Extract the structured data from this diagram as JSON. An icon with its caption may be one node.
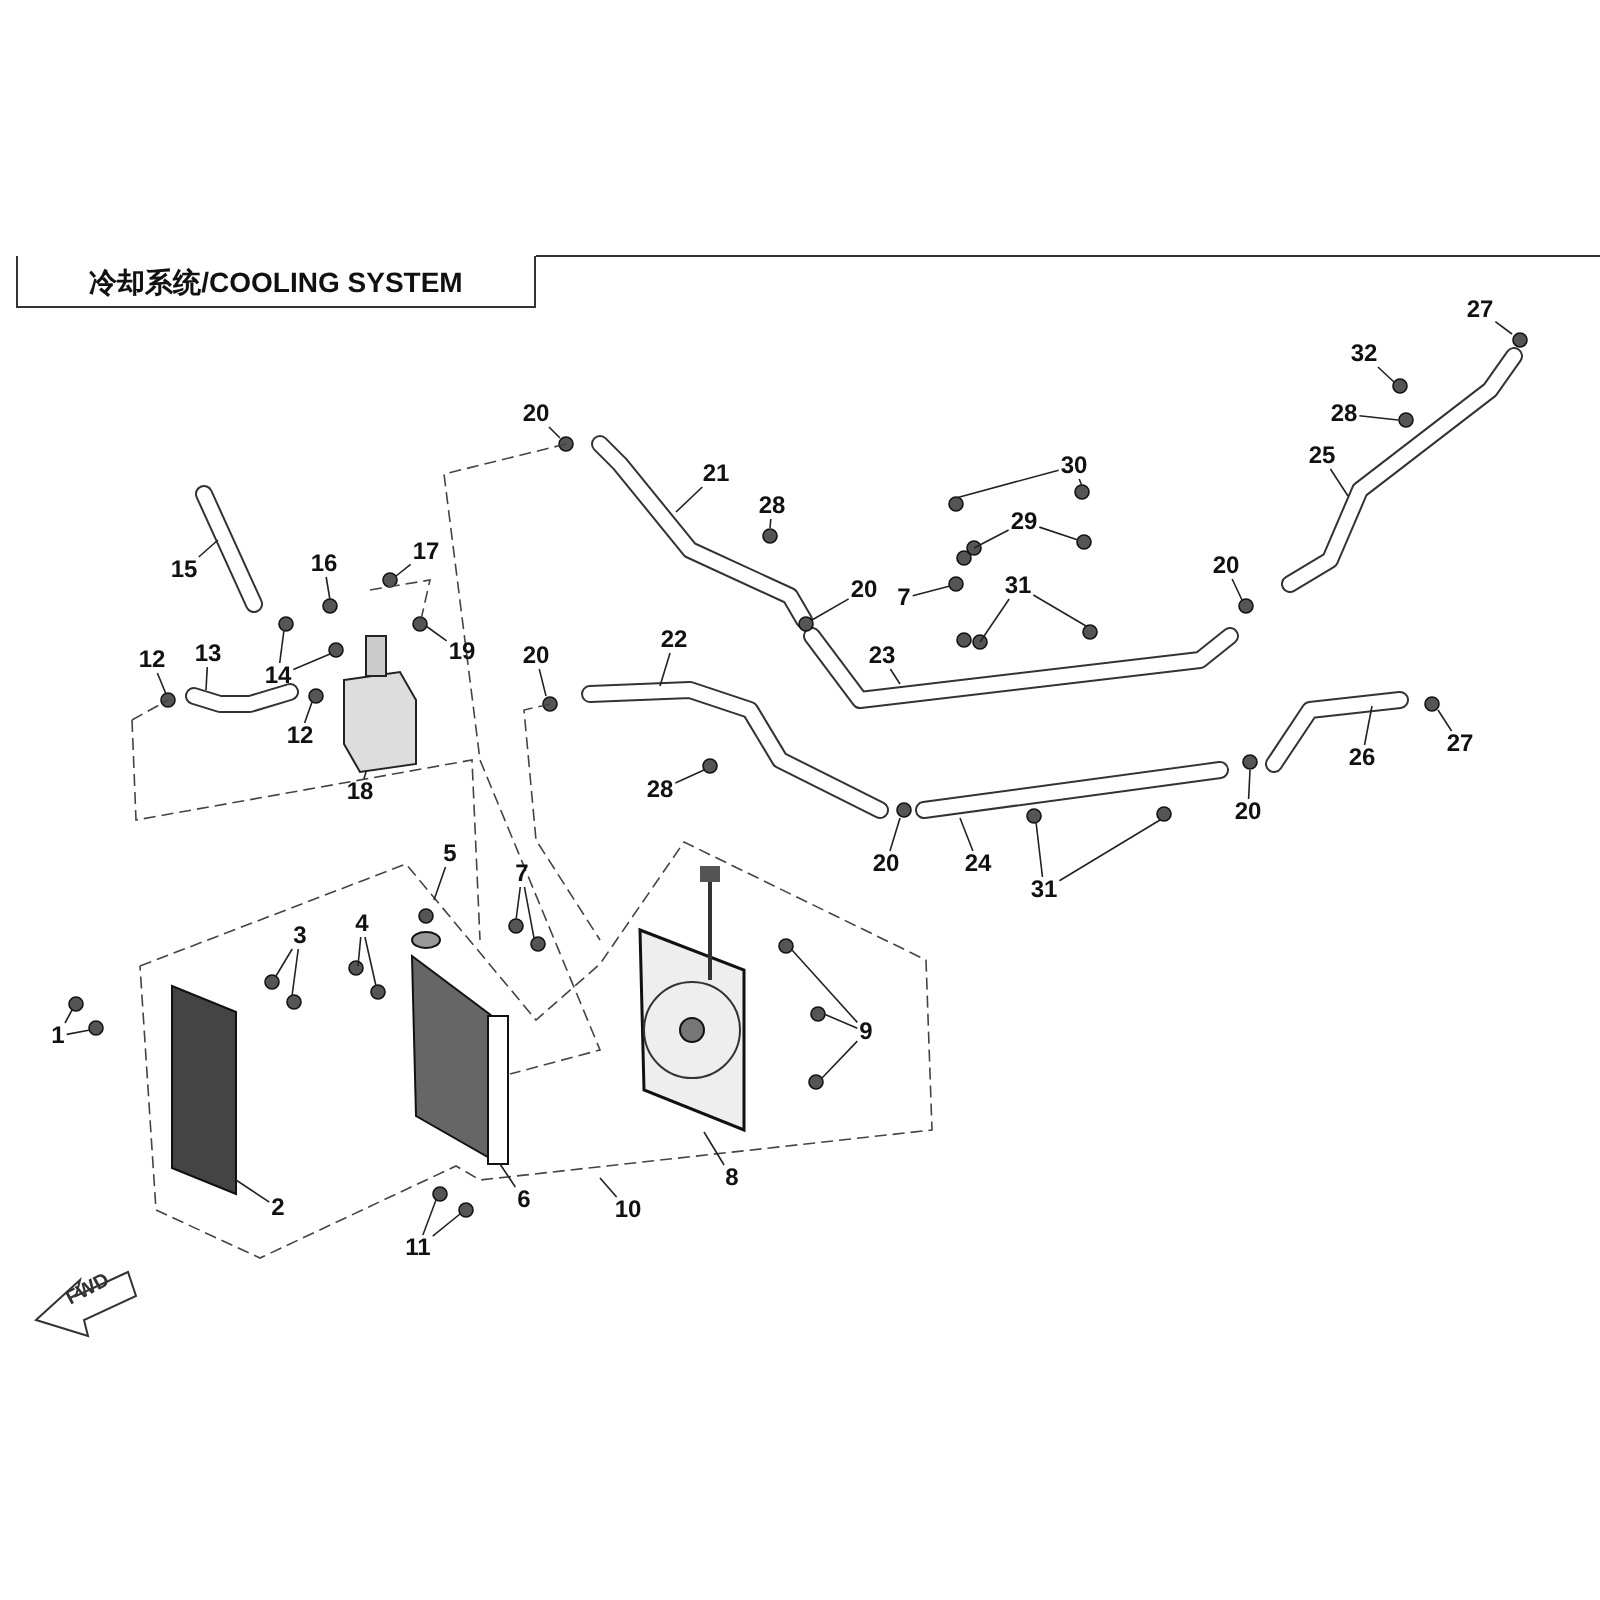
{
  "diagram": {
    "title": "冷却系统/COOLING SYSTEM",
    "nodes": [
      {
        "text": [
          "27"
        ]
      },
      {
        "text": [
          "32"
        ]
      },
      {
        "text": [
          "20"
        ]
      },
      {
        "text": [
          "28"
        ]
      },
      {
        "text": [
          "25"
        ]
      },
      {
        "text": [
          "30"
        ]
      },
      {
        "text": [
          "21"
        ]
      },
      {
        "text": [
          "28"
        ]
      },
      {
        "text": [
          "29"
        ]
      },
      {
        "text": [
          "17"
        ]
      },
      {
        "text": [
          "16"
        ]
      },
      {
        "text": [
          "20"
        ]
      },
      {
        "text": [
          "15"
        ]
      },
      {
        "text": [
          "31"
        ]
      },
      {
        "text": [
          "20"
        ]
      },
      {
        "text": [
          "7"
        ]
      },
      {
        "text": [
          "22"
        ]
      },
      {
        "text": [
          "19"
        ]
      },
      {
        "text": [
          "13"
        ]
      },
      {
        "text": [
          "23"
        ]
      },
      {
        "text": [
          "20"
        ]
      },
      {
        "text": [
          "12"
        ]
      },
      {
        "text": [
          "14"
        ]
      },
      {
        "text": [
          "12"
        ]
      },
      {
        "text": [
          "27"
        ]
      },
      {
        "text": [
          "26"
        ]
      },
      {
        "text": [
          "28"
        ]
      },
      {
        "text": [
          "18"
        ]
      },
      {
        "text": [
          "20"
        ]
      },
      {
        "text": [
          "5"
        ]
      },
      {
        "text": [
          "20"
        ]
      },
      {
        "text": [
          "24"
        ]
      },
      {
        "text": [
          "7"
        ]
      },
      {
        "text": [
          "31"
        ]
      },
      {
        "text": [
          "4"
        ]
      },
      {
        "text": [
          "3"
        ]
      },
      {
        "text": [
          "9"
        ]
      },
      {
        "text": [
          "1"
        ]
      },
      {
        "text": [
          "8"
        ]
      },
      {
        "text": [
          "6"
        ]
      },
      {
        "text": [
          "2"
        ]
      },
      {
        "text": [
          "10"
        ]
      },
      {
        "text": [
          "11"
        ]
      }
    ],
    "edges": [
      {
        "from": 0,
        "to": null,
        "arrow": "none"
      },
      {
        "from": 1,
        "to": null,
        "arrow": "none"
      },
      {
        "from": 2,
        "to": null,
        "arrow": "none"
      },
      {
        "from": 3,
        "to": null,
        "arrow": "none"
      },
      {
        "from": 4,
        "to": null,
        "arrow": "none"
      },
      {
        "from": 5,
        "to": null,
        "arrow": "none"
      },
      {
        "from": 5,
        "to": null,
        "arrow": "none"
      },
      {
        "from": 6,
        "to": null,
        "arrow": "none"
      },
      {
        "from": 7,
        "to": null,
        "arrow": "none"
      },
      {
        "from": 8,
        "to": null,
        "arrow": "none"
      },
      {
        "from": 8,
        "to": null,
        "arrow": "none"
      },
      {
        "from": 9,
        "to": null,
        "arrow": "none"
      },
      {
        "from": 10,
        "to": null,
        "arrow": "none"
      },
      {
        "from": 11,
        "to": null,
        "arrow": "none"
      },
      {
        "from": 12,
        "to": null,
        "arrow": "none"
      },
      {
        "from": 13,
        "to": null,
        "arrow": "none"
      },
      {
        "from": 13,
        "to": null,
        "arrow": "none"
      },
      {
        "from": 14,
        "to": null,
        "arrow": "none"
      },
      {
        "from": 15,
        "to": null,
        "arrow": "none"
      },
      {
        "from": 16,
        "to": null,
        "arrow": "none"
      },
      {
        "from": 17,
        "to": null,
        "arrow": "none"
      },
      {
        "from": 18,
        "to": null,
        "arrow": "none"
      },
      {
        "from": 19,
        "to": null,
        "arrow": "none"
      },
      {
        "from": 20,
        "to": null,
        "arrow": "none"
      },
      {
        "from": 21,
        "to": null,
        "arrow": "none"
      },
      {
        "from": 22,
        "to": null,
        "arrow": "none"
      },
      {
        "from": 22,
        "to": null,
        "arrow": "none"
      },
      {
        "from": 23,
        "to": null,
        "arrow": "none"
      },
      {
        "from": 24,
        "to": null,
        "arrow": "none"
      },
      {
        "from": 25,
        "to": null,
        "arrow": "none"
      },
      {
        "from": 26,
        "to": null,
        "arrow": "none"
      },
      {
        "from": 27,
        "to": null,
        "arrow": "none"
      },
      {
        "from": 28,
        "to": null,
        "arrow": "none"
      },
      {
        "from": 29,
        "to": null,
        "arrow": "none"
      },
      {
        "from": 30,
        "to": null,
        "arrow": "none"
      },
      {
        "from": 31,
        "to": null,
        "arrow": "none"
      },
      {
        "from": 32,
        "to": null,
        "arrow": "none"
      },
      {
        "from": 32,
        "to": null,
        "arrow": "none"
      },
      {
        "from": 33,
        "to": null,
        "arrow": "none"
      },
      {
        "from": 33,
        "to": null,
        "arrow": "none"
      },
      {
        "from": 34,
        "to": null,
        "arrow": "none"
      },
      {
        "from": 34,
        "to": null,
        "arrow": "none"
      },
      {
        "from": 35,
        "to": null,
        "arrow": "none"
      },
      {
        "from": 35,
        "to": null,
        "arrow": "none"
      },
      {
        "from": 36,
        "to": null,
        "arrow": "none"
      },
      {
        "from": 36,
        "to": null,
        "arrow": "none"
      },
      {
        "from": 36,
        "to": null,
        "arrow": "none"
      },
      {
        "from": 37,
        "to": null,
        "arrow": "none"
      },
      {
        "from": 37,
        "to": null,
        "arrow": "none"
      },
      {
        "from": 38,
        "to": null,
        "arrow": "none"
      },
      {
        "from": 39,
        "to": null,
        "arrow": "none"
      },
      {
        "from": 40,
        "to": null,
        "arrow": "none"
      },
      {
        "from": 41,
        "to": null,
        "arrow": "none"
      },
      {
        "from": 42,
        "to": null,
        "arrow": "none"
      },
      {
        "from": 42,
        "to": null,
        "arrow": "none"
      }
    ],
    "labels": [
      "FWD"
    ]
  }
}
